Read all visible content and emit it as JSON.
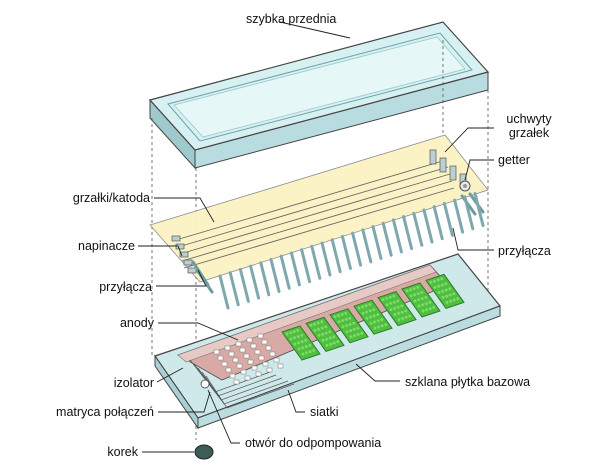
{
  "labels": {
    "front_glass": "szybka przednia",
    "heater_holders": "uchwyty\ngrzałek",
    "getter": "getter",
    "heaters_cathode": "grzałki/katoda",
    "tensioners": "napinacze",
    "connectors_left": "przyłącza",
    "connectors_right": "przyłącza",
    "anodes": "anody",
    "insulator": "izolator",
    "base_plate": "szklana płytka bazowa",
    "connection_matrix": "matryca połączeń",
    "grids": "siatki",
    "plug": "korek",
    "pump_hole": "otwór do odpompowania"
  },
  "colors": {
    "glass_top": "#d7f0f2",
    "glass_edge": "#a9d4d8",
    "filament_plane": "#fbf3c4",
    "anode_area": "#d9aaa5",
    "grid_green": "#4fbf3f",
    "grid_dark": "#2f7d2c",
    "base_glass": "#cfe9eb",
    "leads": "#8fb4b9"
  }
}
